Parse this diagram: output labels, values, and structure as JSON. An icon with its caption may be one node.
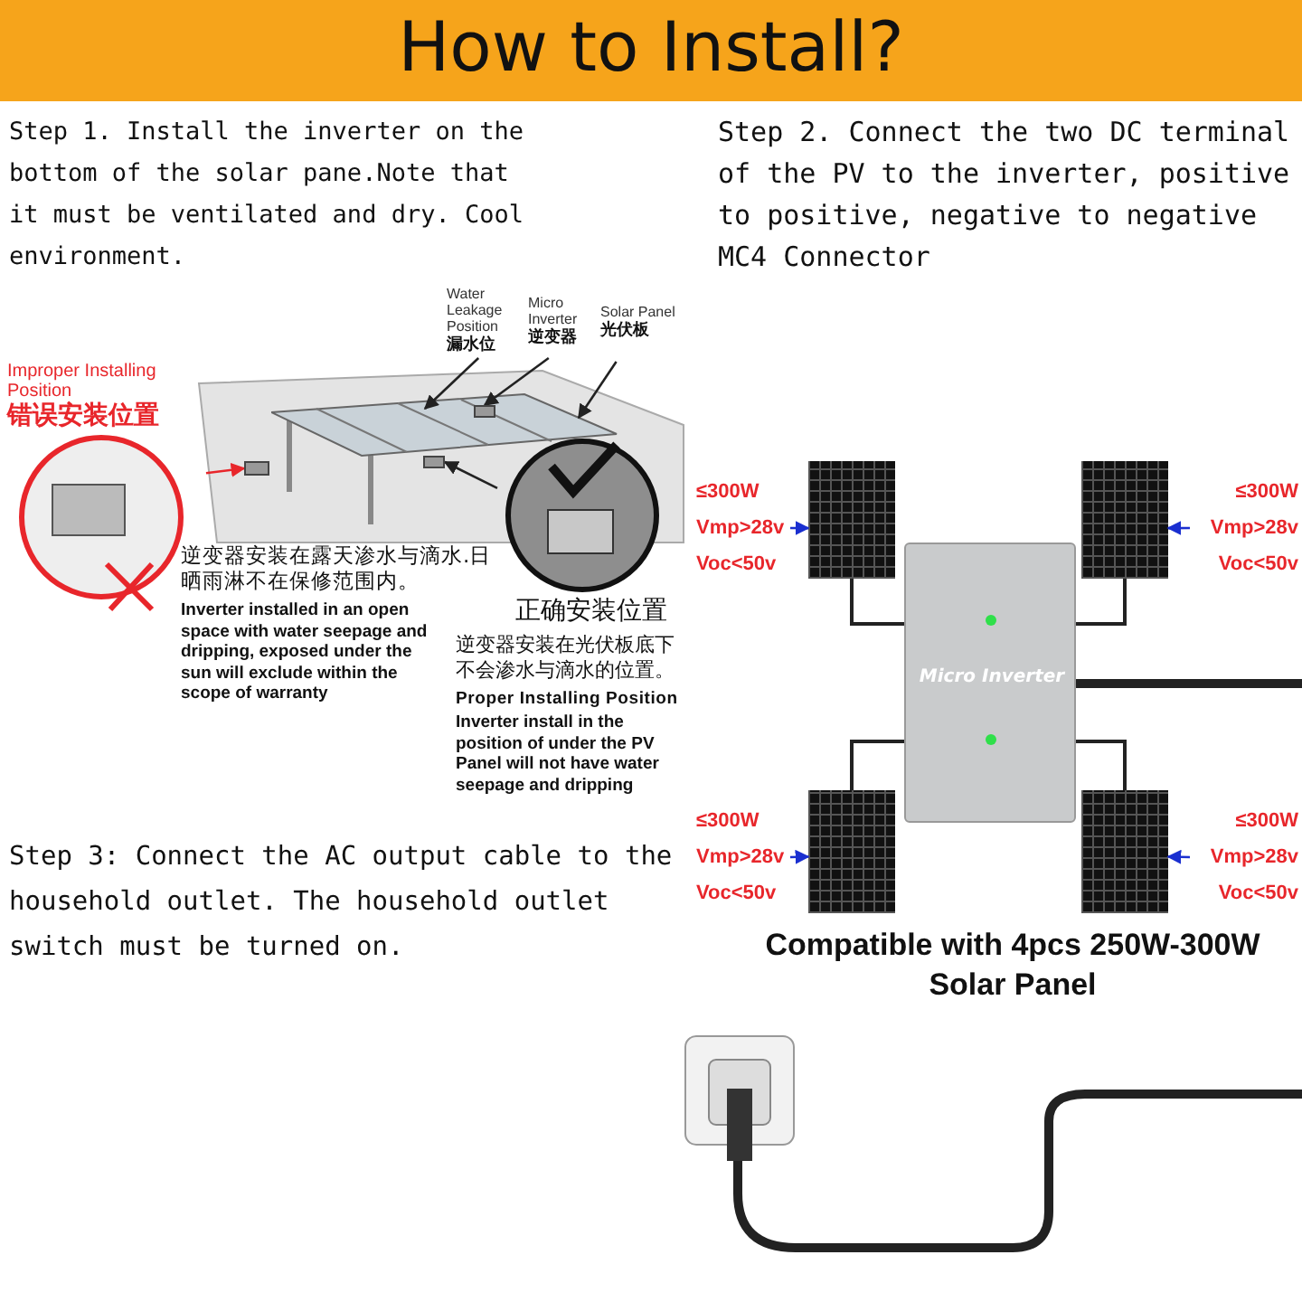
{
  "diagram": {
    "title": "How to Install?",
    "nodes": [
      {
        "text": [
          "Water Leakage Position",
          "漏水位"
        ]
      },
      {
        "text": [
          "Micro Inverter",
          "逆变器"
        ]
      },
      {
        "text": [
          "Solar Panel",
          "光伏板"
        ]
      },
      {
        "text": [
          "Improper Installing Position",
          "错误安装位置"
        ]
      },
      {
        "text": [],
        "shape": "circle",
        "beside": [
          "正确安装位置"
        ]
      },
      {
        "text": [],
        "shape": "box"
      },
      {
        "text": [],
        "shape": "box"
      },
      {
        "text": [],
        "shape": "box"
      },
      {
        "text": [],
        "shape": "box"
      },
      {
        "text": [
          "Micro Inverter"
        ]
      },
      {
        "text": [
          "≤300W Vmp>28v Voc<50v"
        ]
      },
      {
        "text": [
          "≤300W Vmp>28v Voc<50v"
        ]
      },
      {
        "text": [
          "≤300W Vmp>28v Voc<50v"
        ]
      },
      {
        "text": [
          "≤300W Vmp>28v Voc<50v"
        ]
      },
      {
        "text": [],
        "shape": "picture"
      },
      {
        "text": [],
        "shape": "box"
      },
      {
        "text": [],
        "shape": "box",
        "in": 18
      },
      {
        "text": [],
        "shape": "box"
      },
      {
        "text": [],
        "shape": "box"
      }
    ],
    "edges": [
      {
        "from": 0,
        "to": 18,
        "arrow": "to"
      },
      {
        "from": 1,
        "to": 16,
        "arrow": "to"
      },
      {
        "from": 2,
        "to": 18,
        "arrow": "to"
      },
      {
        "from": 3,
        "to": 15,
        "arrow": "to",
        "color": "#e8262b"
      },
      {
        "from": 4,
        "to": 17,
        "arrow": "to"
      },
      {
        "from": 5,
        "to": 9,
        "arrow": "none"
      },
      {
        "from": 6,
        "to": 9,
        "arrow": "none"
      },
      {
        "from": 7,
        "to": 9,
        "arrow": "none"
      },
      {
        "from": 8,
        "to": 9,
        "arrow": "none"
      },
      {
        "from": 10,
        "to": 5,
        "arrow": "to",
        "color": "#1a2fd0"
      },
      {
        "from": 11,
        "to": 6,
        "arrow": "to",
        "color": "#1a2fd0"
      },
      {
        "from": 12,
        "to": 7,
        "arrow": "to",
        "color": "#1a2fd0"
      },
      {
        "from": 13,
        "to": 8,
        "arrow": "to",
        "color": "#1a2fd0"
      }
    ],
    "labels": [
      "Step 1. Install the inverter on the bottom of the solar pane.Note that it must be ventilated and dry. Cool environment.",
      "Step 2. Connect the two DC terminal of the PV to the inverter, positive to positive, negative to negative MC4 Connector",
      "逆变器安装在露天渗水与滴水.日晒雨淋不在保修范围内。",
      "Inverter installed in an open space with water seepage and dripping, exposed under the sun will exclude within the scope of warranty",
      "逆变器安装在光伏板底下不会渗水与滴水的位置。",
      "Proper Installing Position",
      "Inverter install in the position of under the PV Panel will not have water seepage and dripping",
      "Step 3: Connect the AC output cable to the household outlet. The household outlet switch must be turned on.",
      "Compatible with 4pcs 250W-300W Solar Panel"
    ]
  }
}
